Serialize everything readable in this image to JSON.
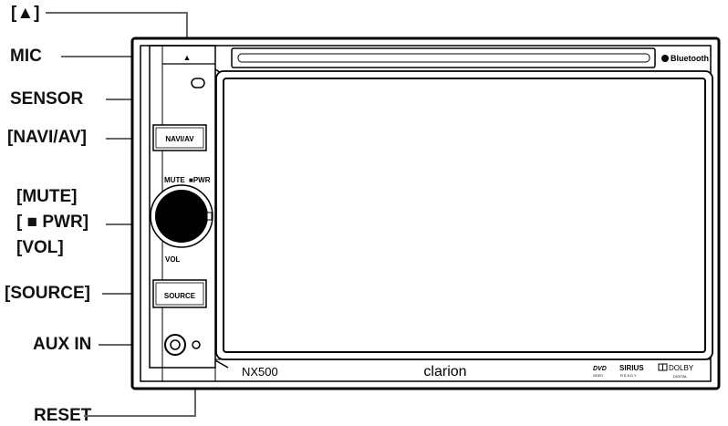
{
  "callouts": {
    "eject": "[▲]",
    "mic": "MIC",
    "sensor": "SENSOR",
    "navi_av": "[NAVI/AV]",
    "mute_lines": [
      "[MUTE]",
      "[ ■ PWR]",
      "[VOL]"
    ],
    "source": "[SOURCE]",
    "aux_in": "AUX IN",
    "reset": "RESET"
  },
  "unit": {
    "eject_symbol": "▲",
    "navi_button": "NAVI/AV",
    "mute_label": "MUTE",
    "pwr_label": "■PWR",
    "vol_label": "VOL",
    "source_button": "SOURCE",
    "model": "NX500",
    "brand": "clarion",
    "bluetooth_label": "Bluetooth",
    "dvd_label": "DVD",
    "dvd_sub": "VIDEO",
    "sirius_label": "SIRIUS",
    "sirius_sub": "R E A D Y",
    "dolby_label": "DOLBY",
    "dolby_sub": "DIGITAL"
  }
}
